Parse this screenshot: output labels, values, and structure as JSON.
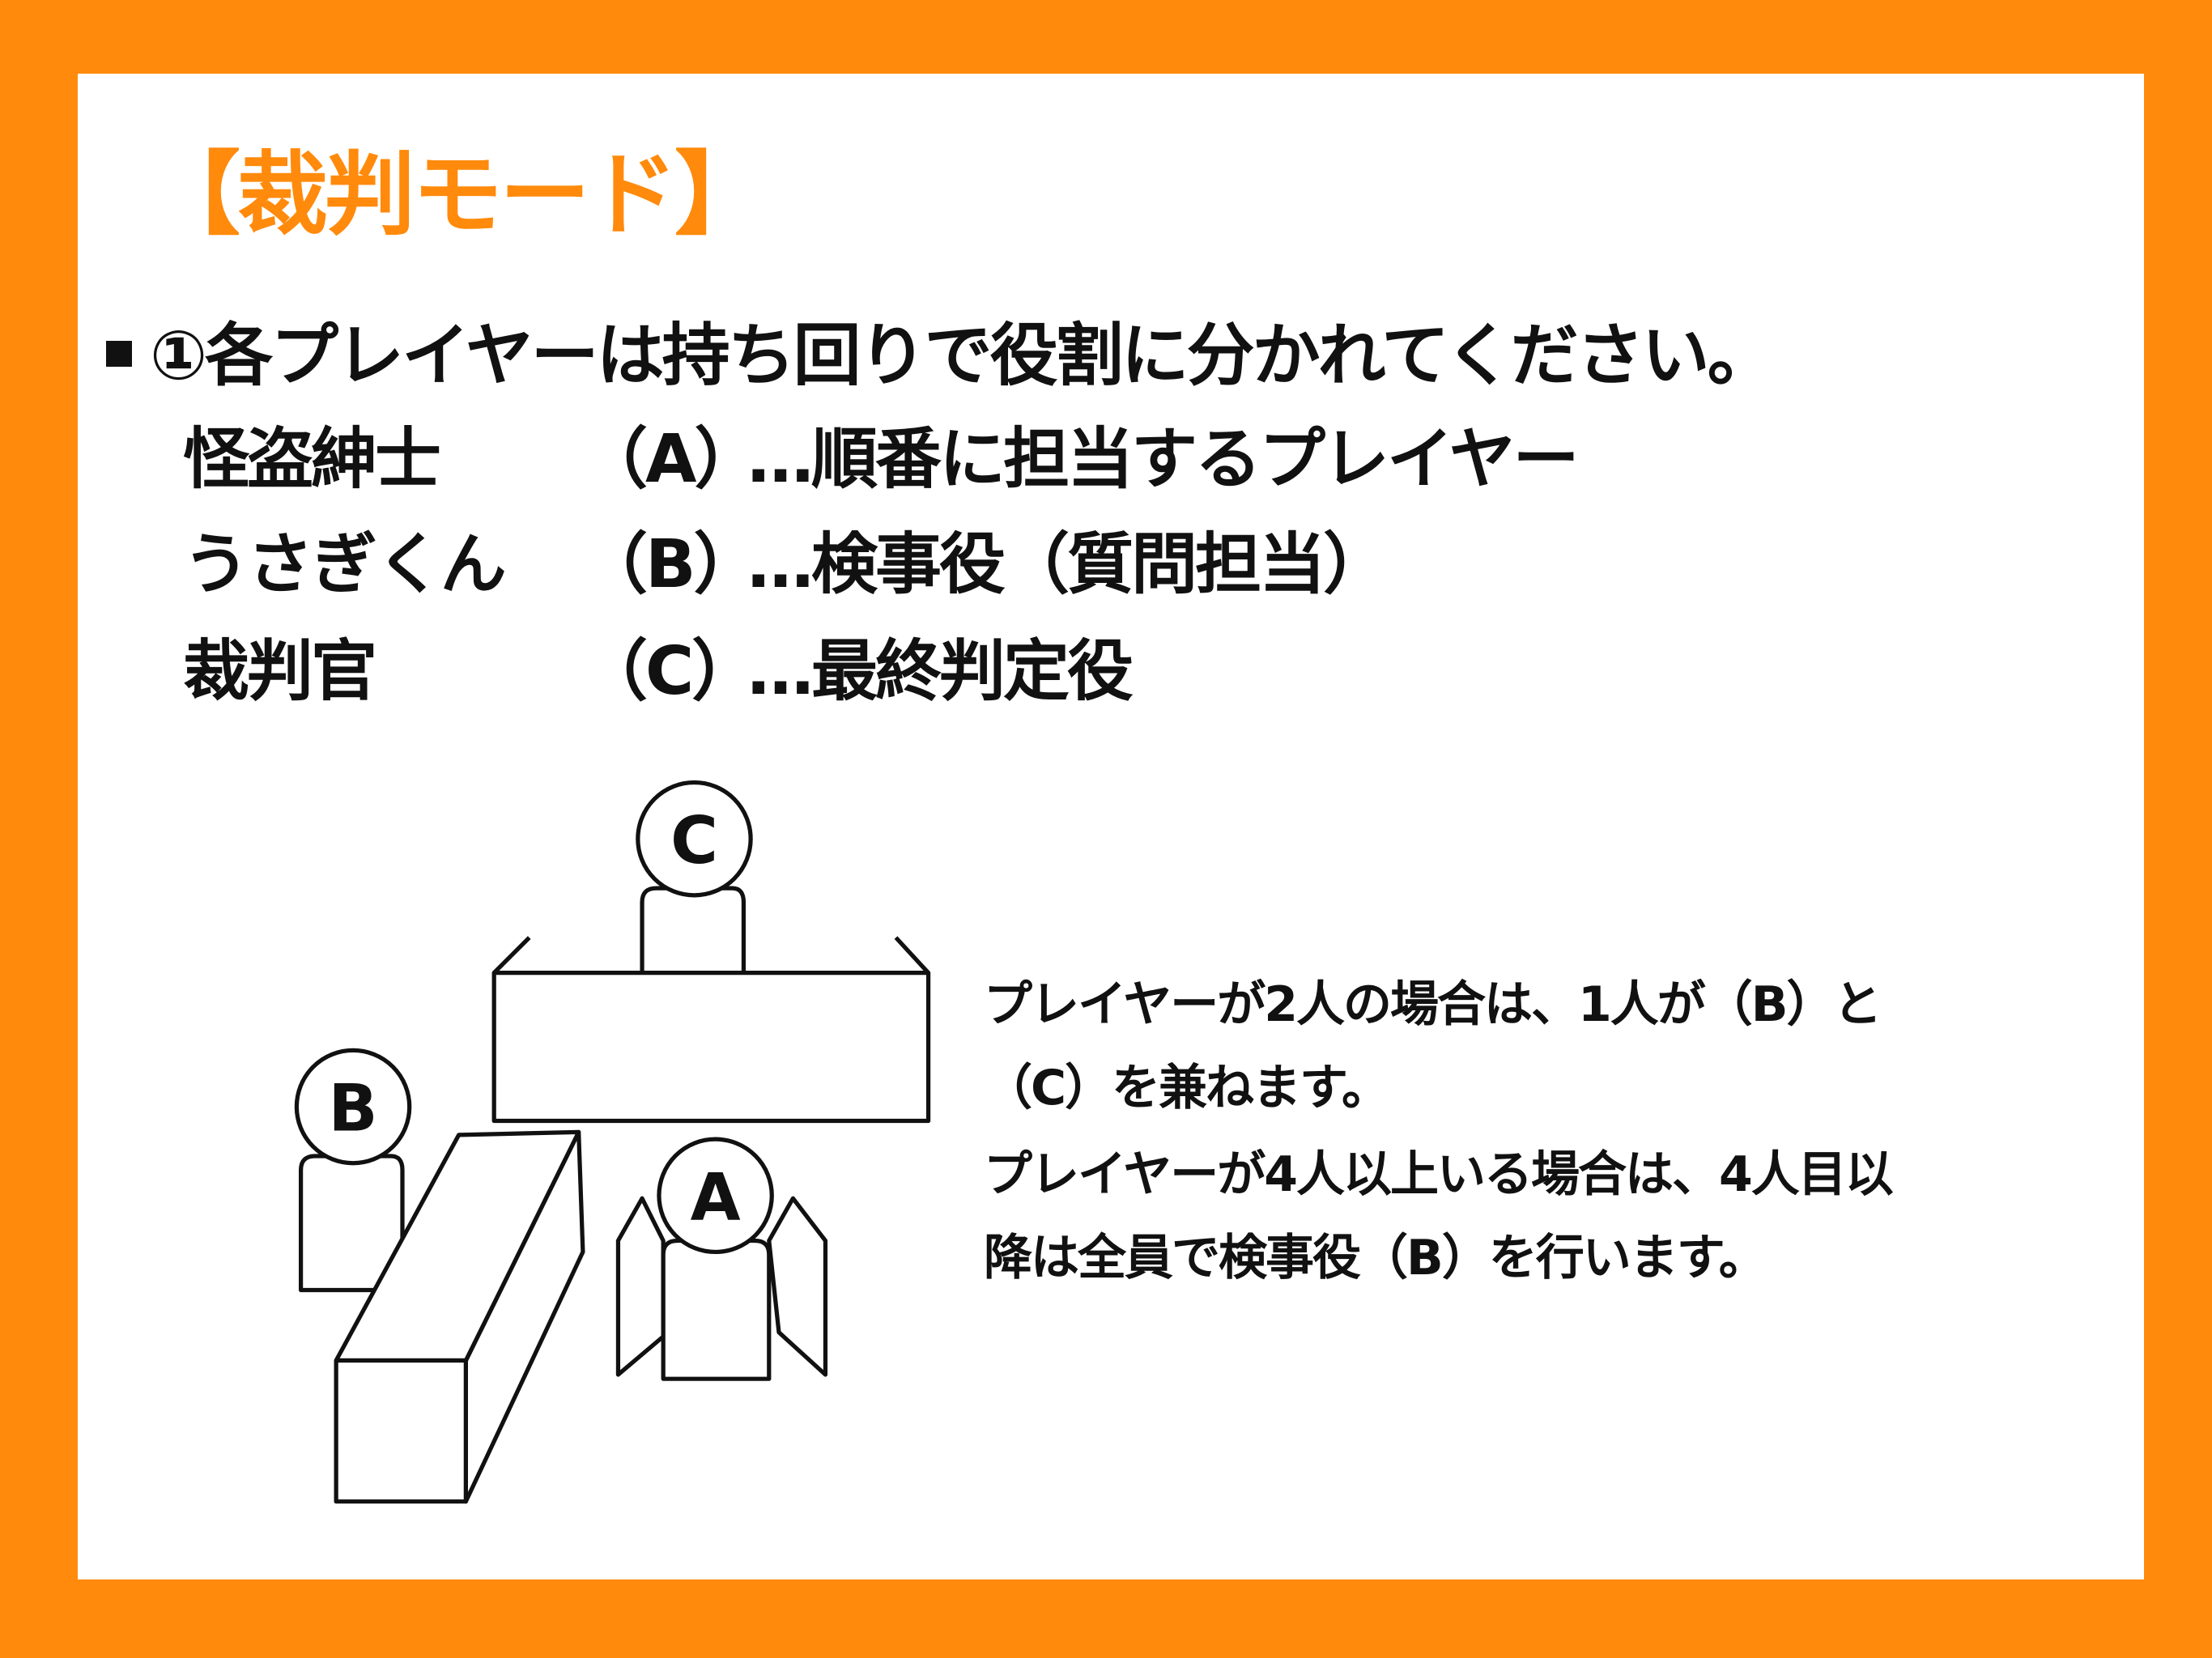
{
  "title": "【裁判モード】",
  "step": "①各プレイヤーは持ち回りで役割に分かれてください。",
  "roles": [
    {
      "name": "怪盗紳士",
      "code": "（A）",
      "desc": "…順番に担当するプレイヤー"
    },
    {
      "name": "うさぎくん",
      "code": "（B）",
      "desc": "…検事役（質問担当）"
    },
    {
      "name": "裁判官",
      "code": "（C）",
      "desc": "…最終判定役"
    }
  ],
  "notes": [
    "プレイヤーが2人の場合は、1人が（B）と",
    "（C）を兼ねます。",
    "プレイヤーが4人以上いる場合は、4人目以",
    "降は全員で検事役（B）を行います。"
  ],
  "diagram": {
    "labels": {
      "a": "A",
      "b": "B",
      "c": "C"
    }
  },
  "colors": {
    "accent": "#ff8a0c",
    "text": "#111111",
    "panel": "#ffffff"
  }
}
